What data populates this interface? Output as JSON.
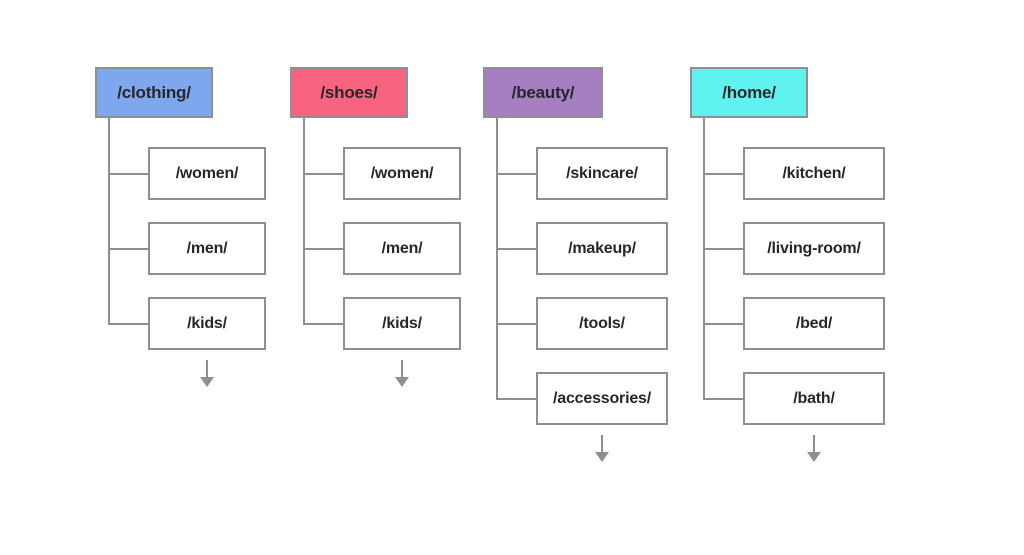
{
  "diagram": {
    "type": "site-structure-tree",
    "background_color": "#ffffff",
    "line_color": "#8d8f95",
    "text_color": "#26262e",
    "columns": [
      {
        "id": "clothing",
        "root": {
          "label": "/clothing/",
          "fill": "#7fa7ee"
        },
        "children": [
          {
            "label": "/women/"
          },
          {
            "label": "/men/"
          },
          {
            "label": "/kids/"
          }
        ],
        "has_continuation_arrow": true
      },
      {
        "id": "shoes",
        "root": {
          "label": "/shoes/",
          "fill": "#f8647f"
        },
        "children": [
          {
            "label": "/women/"
          },
          {
            "label": "/men/"
          },
          {
            "label": "/kids/"
          }
        ],
        "has_continuation_arrow": true
      },
      {
        "id": "beauty",
        "root": {
          "label": "/beauty/",
          "fill": "#a57fc0"
        },
        "children": [
          {
            "label": "/skincare/"
          },
          {
            "label": "/makeup/"
          },
          {
            "label": "/tools/"
          },
          {
            "label": "/accessories/"
          }
        ],
        "has_continuation_arrow": true
      },
      {
        "id": "home",
        "root": {
          "label": "/home/",
          "fill": "#5ff2ef"
        },
        "children": [
          {
            "label": "/kitchen/"
          },
          {
            "label": "/living-room/"
          },
          {
            "label": "/bed/"
          },
          {
            "label": "/bath/"
          }
        ],
        "has_continuation_arrow": true
      }
    ]
  }
}
